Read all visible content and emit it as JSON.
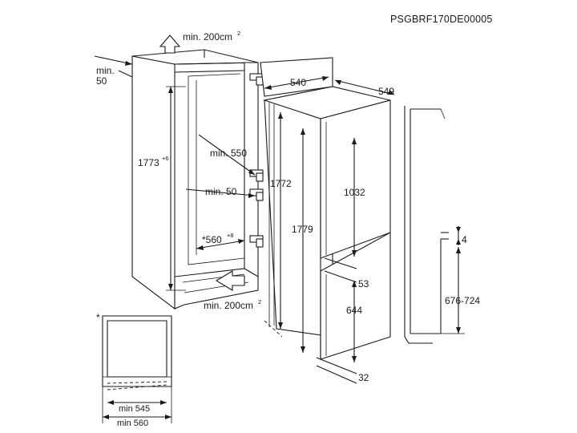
{
  "document_code": "PSGBRF170DE00005",
  "labels": {
    "vent_top": "min. 200cm",
    "vent_top_sup": "2",
    "vent_bottom": "min. 200cm",
    "vent_bottom_sup": "2",
    "min_50_top_a": "min.",
    "min_50_top_b": "50",
    "niche_height": "1773",
    "niche_height_sup": "+6",
    "min_550": "min. 550",
    "min_50": "min. 50",
    "niche_width": "*560",
    "niche_width_sup": "+8",
    "door_width": "540",
    "appliance_depth": "549",
    "door_height": "1772",
    "appliance_height": "1779",
    "upper_door": "1032",
    "gap_53": "53",
    "lower_door": "644",
    "gap_32": "32",
    "side_4": "4",
    "side_range": "676-724",
    "asterisk": "*",
    "min_545": "min 545",
    "min_560": "min 560"
  }
}
